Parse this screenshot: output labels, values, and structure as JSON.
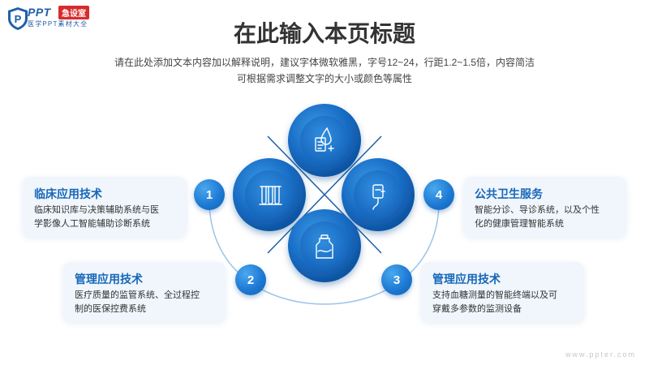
{
  "logo": {
    "brand": "PPT",
    "badge": "急设室",
    "tagline": "医学PPT素材大全"
  },
  "header": {
    "title": "在此输入本页标题",
    "subtitle_line1": "请在此处添加文本内容加以解释说明，建议字体微软雅黑，字号12~24，行距1.2~1.5倍，内容简洁",
    "subtitle_line2": "可根据需求调整文字的大小或颜色等属性"
  },
  "items": [
    {
      "number": "1",
      "title": "临床应用技术",
      "desc_line1": "临床知识库与决策辅助系统与医",
      "desc_line2": "学影像人工智能辅助诊断系统",
      "icon": "test-tubes-icon"
    },
    {
      "number": "2",
      "title": "管理应用技术",
      "desc_line1": "医疗质量的监管系统、全过程控",
      "desc_line2": "制的医保控费系统",
      "icon": "medicine-bottle-icon"
    },
    {
      "number": "3",
      "title": "管理应用技术",
      "desc_line1": "支持血糖测量的智能终端以及可",
      "desc_line2": "穿戴多参数的监测设备",
      "icon": "iv-drip-icon"
    },
    {
      "number": "4",
      "title": "公共卫生服务",
      "desc_line1": "智能分诊、导诊系统，以及个性",
      "desc_line2": "化的健康管理智能系统",
      "icon": "blood-drop-icon"
    }
  ],
  "footer": {
    "watermark": "www.ppter.com"
  },
  "colors": {
    "accent": "#1767b8",
    "circle_light": "#4aa8ee",
    "circle_dark": "#0f5fb3",
    "card_bg": "#f0f6fc"
  }
}
